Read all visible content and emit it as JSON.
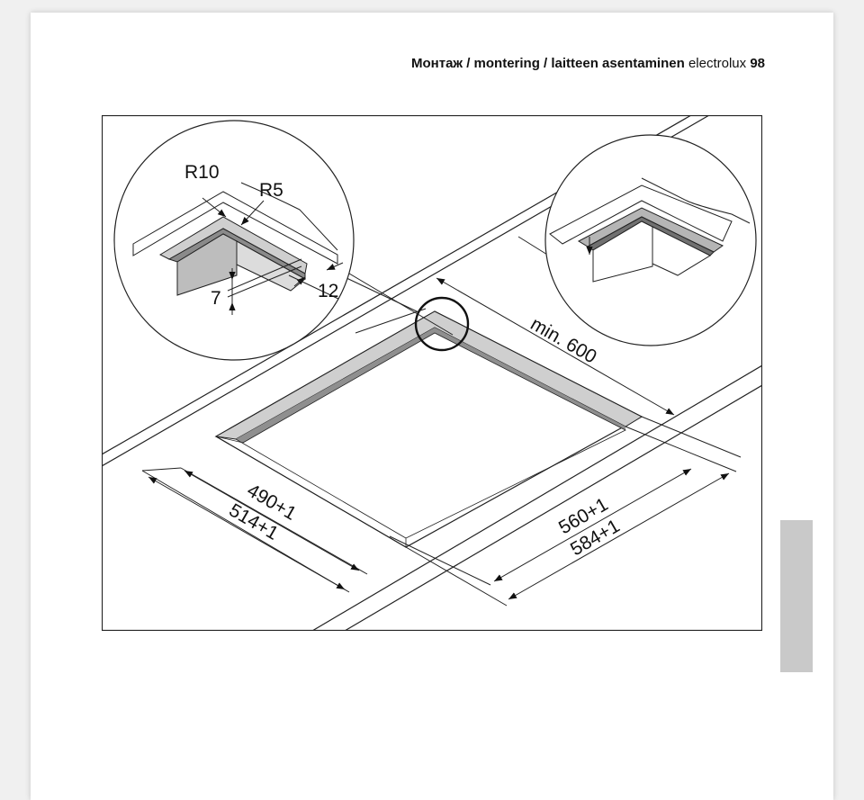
{
  "header": {
    "section_title": "Монтаж / montering / laitteen asentaminen",
    "brand": "electrolux",
    "page_number": "98"
  },
  "figure": {
    "labels": {
      "radius_outer": "R10",
      "radius_inner": "R5",
      "ledge_depth": "7",
      "ledge_width": "12",
      "min_distance": "min. 600",
      "depth_inner": "490+1",
      "depth_outer": "514+1",
      "width_inner": "560+1",
      "width_outer": "584+1"
    }
  }
}
